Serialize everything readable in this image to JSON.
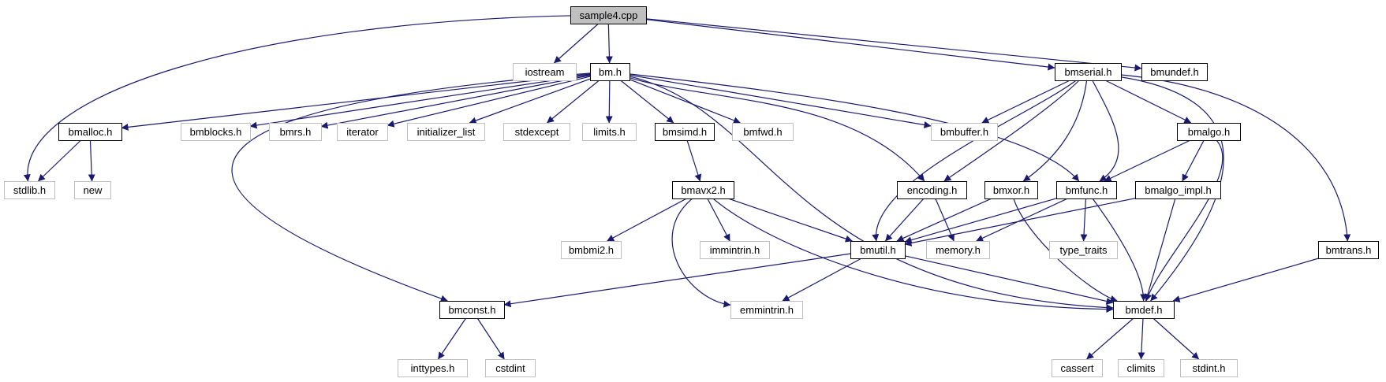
{
  "diagram": {
    "nodes": {
      "sample4_cpp": {
        "label": "sample4.cpp",
        "kind": "main"
      },
      "iostream": {
        "label": "iostream",
        "kind": "external"
      },
      "bm_h": {
        "label": "bm.h",
        "kind": "documented"
      },
      "bmserial_h": {
        "label": "bmserial.h",
        "kind": "documented"
      },
      "bmundef_h": {
        "label": "bmundef.h",
        "kind": "documented"
      },
      "bmalloc_h": {
        "label": "bmalloc.h",
        "kind": "documented"
      },
      "bmblocks_h": {
        "label": "bmblocks.h",
        "kind": "external"
      },
      "bmrs_h": {
        "label": "bmrs.h",
        "kind": "external"
      },
      "iterator": {
        "label": "iterator",
        "kind": "external"
      },
      "initializer_list": {
        "label": "initializer_list",
        "kind": "external"
      },
      "stdexcept": {
        "label": "stdexcept",
        "kind": "external"
      },
      "limits_h": {
        "label": "limits.h",
        "kind": "external"
      },
      "bmsimd_h": {
        "label": "bmsimd.h",
        "kind": "documented"
      },
      "bmfwd_h": {
        "label": "bmfwd.h",
        "kind": "external"
      },
      "bmbuffer_h": {
        "label": "bmbuffer.h",
        "kind": "external"
      },
      "bmalgo_h": {
        "label": "bmalgo.h",
        "kind": "documented"
      },
      "stdlib_h": {
        "label": "stdlib.h",
        "kind": "external"
      },
      "new": {
        "label": "new",
        "kind": "external"
      },
      "bmavx2_h": {
        "label": "bmavx2.h",
        "kind": "documented"
      },
      "encoding_h": {
        "label": "encoding.h",
        "kind": "documented"
      },
      "bmxor_h": {
        "label": "bmxor.h",
        "kind": "documented"
      },
      "bmfunc_h": {
        "label": "bmfunc.h",
        "kind": "documented"
      },
      "bmalgo_impl_h": {
        "label": "bmalgo_impl.h",
        "kind": "documented"
      },
      "bmbmi2_h": {
        "label": "bmbmi2.h",
        "kind": "external"
      },
      "immintrin_h": {
        "label": "immintrin.h",
        "kind": "external"
      },
      "bmutil_h": {
        "label": "bmutil.h",
        "kind": "documented"
      },
      "memory_h": {
        "label": "memory.h",
        "kind": "external"
      },
      "type_traits": {
        "label": "type_traits",
        "kind": "external"
      },
      "bmtrans_h": {
        "label": "bmtrans.h",
        "kind": "documented"
      },
      "bmconst_h": {
        "label": "bmconst.h",
        "kind": "documented"
      },
      "emmintrin_h": {
        "label": "emmintrin.h",
        "kind": "external"
      },
      "bmdef_h": {
        "label": "bmdef.h",
        "kind": "documented"
      },
      "inttypes_h": {
        "label": "inttypes.h",
        "kind": "external"
      },
      "cstdint": {
        "label": "cstdint",
        "kind": "external"
      },
      "cassert": {
        "label": "cassert",
        "kind": "external"
      },
      "climits": {
        "label": "climits",
        "kind": "external"
      },
      "stdint_h": {
        "label": "stdint.h",
        "kind": "external"
      }
    },
    "edges": [
      [
        "sample4_cpp",
        "iostream"
      ],
      [
        "sample4_cpp",
        "bm_h"
      ],
      [
        "sample4_cpp",
        "bmserial_h"
      ],
      [
        "sample4_cpp",
        "bmundef_h"
      ],
      [
        "sample4_cpp",
        "stdlib_h"
      ],
      [
        "bm_h",
        "bmalloc_h"
      ],
      [
        "bm_h",
        "bmblocks_h"
      ],
      [
        "bm_h",
        "bmrs_h"
      ],
      [
        "bm_h",
        "iterator"
      ],
      [
        "bm_h",
        "initializer_list"
      ],
      [
        "bm_h",
        "stdexcept"
      ],
      [
        "bm_h",
        "limits_h"
      ],
      [
        "bm_h",
        "bmsimd_h"
      ],
      [
        "bm_h",
        "bmfwd_h"
      ],
      [
        "bm_h",
        "bmbuffer_h"
      ],
      [
        "bm_h",
        "encoding_h"
      ],
      [
        "bm_h",
        "bmfunc_h"
      ],
      [
        "bm_h",
        "bmconst_h"
      ],
      [
        "bm_h",
        "bmdef_h"
      ],
      [
        "bmserial_h",
        "bmbuffer_h"
      ],
      [
        "bmserial_h",
        "bmalgo_h"
      ],
      [
        "bmserial_h",
        "encoding_h"
      ],
      [
        "bmserial_h",
        "bmxor_h"
      ],
      [
        "bmserial_h",
        "bmfunc_h"
      ],
      [
        "bmserial_h",
        "bmutil_h"
      ],
      [
        "bmserial_h",
        "bmtrans_h"
      ],
      [
        "bmserial_h",
        "bmdef_h"
      ],
      [
        "bmalloc_h",
        "stdlib_h"
      ],
      [
        "bmalloc_h",
        "new"
      ],
      [
        "bmsimd_h",
        "bmavx2_h"
      ],
      [
        "bmavx2_h",
        "bmbmi2_h"
      ],
      [
        "bmavx2_h",
        "immintrin_h"
      ],
      [
        "bmavx2_h",
        "bmutil_h"
      ],
      [
        "bmavx2_h",
        "emmintrin_h"
      ],
      [
        "bmavx2_h",
        "bmdef_h"
      ],
      [
        "bmalgo_h",
        "bmfunc_h"
      ],
      [
        "bmalgo_h",
        "bmalgo_impl_h"
      ],
      [
        "bmalgo_h",
        "bmdef_h"
      ],
      [
        "encoding_h",
        "bmutil_h"
      ],
      [
        "encoding_h",
        "memory_h"
      ],
      [
        "bmxor_h",
        "bmutil_h"
      ],
      [
        "bmxor_h",
        "bmdef_h"
      ],
      [
        "bmfunc_h",
        "bmutil_h"
      ],
      [
        "bmfunc_h",
        "memory_h"
      ],
      [
        "bmfunc_h",
        "type_traits"
      ],
      [
        "bmfunc_h",
        "bmdef_h"
      ],
      [
        "bmalgo_impl_h",
        "bmutil_h"
      ],
      [
        "bmalgo_impl_h",
        "bmdef_h"
      ],
      [
        "bmutil_h",
        "bmconst_h"
      ],
      [
        "bmutil_h",
        "emmintrin_h"
      ],
      [
        "bmutil_h",
        "bmdef_h"
      ],
      [
        "bmtrans_h",
        "bmdef_h"
      ],
      [
        "bmconst_h",
        "inttypes_h"
      ],
      [
        "bmconst_h",
        "cstdint"
      ],
      [
        "bmdef_h",
        "cassert"
      ],
      [
        "bmdef_h",
        "climits"
      ],
      [
        "bmdef_h",
        "stdint_h"
      ]
    ]
  }
}
